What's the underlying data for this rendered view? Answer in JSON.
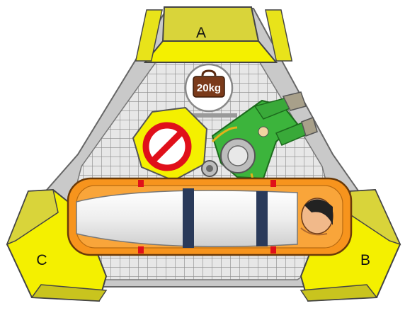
{
  "labels": {
    "seat_a": "A",
    "seat_b": "B",
    "seat_c": "C",
    "weight": "20kg"
  },
  "icons": {
    "weight": "luggage-weight-icon",
    "prohibited": "no-entry-icon",
    "person_seated": "seated-crew-icon",
    "person_lying": "patient-on-stretcher-icon"
  },
  "colors": {
    "seat_yellow": "#f4f000",
    "seat_gray": "#c8c8c8",
    "grid_bg": "#e6e6e6",
    "stretcher_orange": "#f7941d",
    "sign_red": "#e0101a",
    "suit_green": "#3cb43c",
    "strap_navy": "#2a3a5a"
  }
}
